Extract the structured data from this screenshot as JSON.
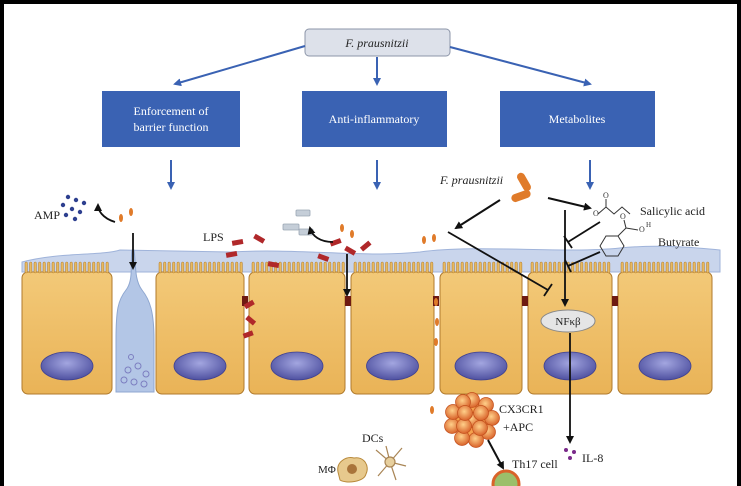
{
  "source_label": "F. prausnitzii",
  "categories": [
    {
      "label": "Enforcement of barrier function",
      "line1": "Enforcement of",
      "line2": "barrier function"
    },
    {
      "label": "Anti-inflammatory"
    },
    {
      "label": "Metabolites"
    }
  ],
  "labels": {
    "amp": "AMP",
    "lps": "LPS",
    "bacterium": "F. prausnitzii",
    "salicylic_acid": "Salicylic acid",
    "butyrate": "Butyrate",
    "nfkb": "NFκβ",
    "cx3cr1": "CX3CR1",
    "apc": "+APC",
    "dcs": "DCs",
    "macrophage": "MΦ",
    "th17": "Th17 cell",
    "il8": "IL-8"
  },
  "colors": {
    "box_blue": "#3a62b3",
    "arrow_blue": "#3a62b3",
    "cell_fill": "#f0c36a",
    "cell_stroke": "#b07a2c",
    "nucleus": "#6f6fb8",
    "bacterium": "#e07b2a",
    "lps": "#b0282a",
    "source_box": "#dde1ea"
  }
}
